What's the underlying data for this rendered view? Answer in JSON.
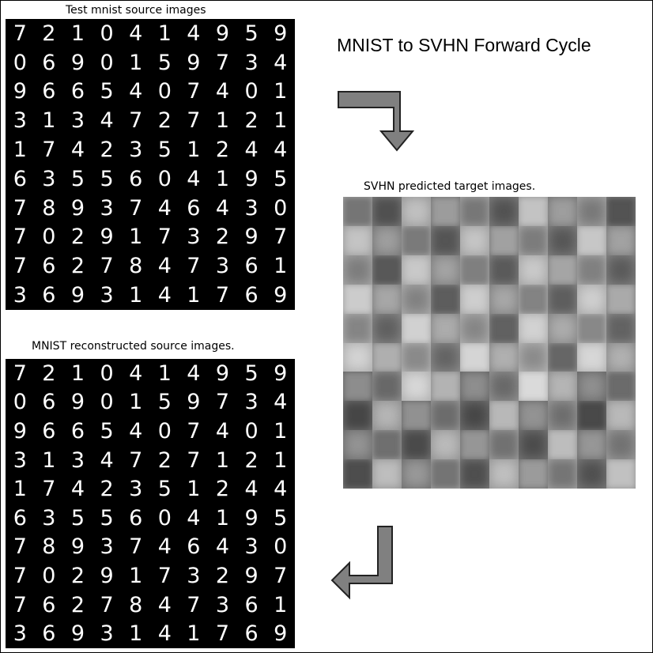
{
  "title": "MNIST to SVHN Forward Cycle",
  "panels": {
    "source": {
      "label": "Test mnist source images",
      "digits": [
        "7",
        "2",
        "1",
        "0",
        "4",
        "1",
        "4",
        "9",
        "5",
        "9",
        "0",
        "6",
        "9",
        "0",
        "1",
        "5",
        "9",
        "7",
        "3",
        "4",
        "9",
        "6",
        "6",
        "5",
        "4",
        "0",
        "7",
        "4",
        "0",
        "1",
        "3",
        "1",
        "3",
        "4",
        "7",
        "2",
        "7",
        "1",
        "2",
        "1",
        "1",
        "7",
        "4",
        "2",
        "3",
        "5",
        "1",
        "2",
        "4",
        "4",
        "6",
        "3",
        "5",
        "5",
        "6",
        "0",
        "4",
        "1",
        "9",
        "5",
        "7",
        "8",
        "9",
        "3",
        "7",
        "4",
        "6",
        "4",
        "3",
        "0",
        "7",
        "0",
        "2",
        "9",
        "1",
        "7",
        "3",
        "2",
        "9",
        "7",
        "7",
        "6",
        "2",
        "7",
        "8",
        "4",
        "7",
        "3",
        "6",
        "1",
        "3",
        "6",
        "9",
        "3",
        "1",
        "4",
        "1",
        "7",
        "6",
        "9"
      ]
    },
    "target": {
      "label": "SVHN predicted target images."
    },
    "reconstructed": {
      "label": "MNIST reconstructed source images.",
      "digits": [
        "7",
        "2",
        "1",
        "0",
        "4",
        "1",
        "4",
        "9",
        "5",
        "9",
        "0",
        "6",
        "9",
        "0",
        "1",
        "5",
        "9",
        "7",
        "3",
        "4",
        "9",
        "6",
        "6",
        "5",
        "4",
        "0",
        "7",
        "4",
        "0",
        "1",
        "3",
        "1",
        "3",
        "4",
        "7",
        "2",
        "7",
        "1",
        "2",
        "1",
        "1",
        "7",
        "4",
        "2",
        "3",
        "5",
        "1",
        "2",
        "4",
        "4",
        "6",
        "3",
        "5",
        "5",
        "6",
        "0",
        "4",
        "1",
        "9",
        "5",
        "7",
        "8",
        "9",
        "3",
        "7",
        "4",
        "6",
        "4",
        "3",
        "0",
        "7",
        "0",
        "2",
        "9",
        "1",
        "7",
        "3",
        "2",
        "9",
        "7",
        "7",
        "6",
        "2",
        "7",
        "8",
        "4",
        "7",
        "3",
        "6",
        "1",
        "3",
        "6",
        "9",
        "3",
        "1",
        "4",
        "1",
        "7",
        "6",
        "9"
      ]
    }
  },
  "colors": {
    "arrow_fill": "#808080",
    "arrow_stroke": "#222222",
    "panel_bg": "#000000"
  }
}
